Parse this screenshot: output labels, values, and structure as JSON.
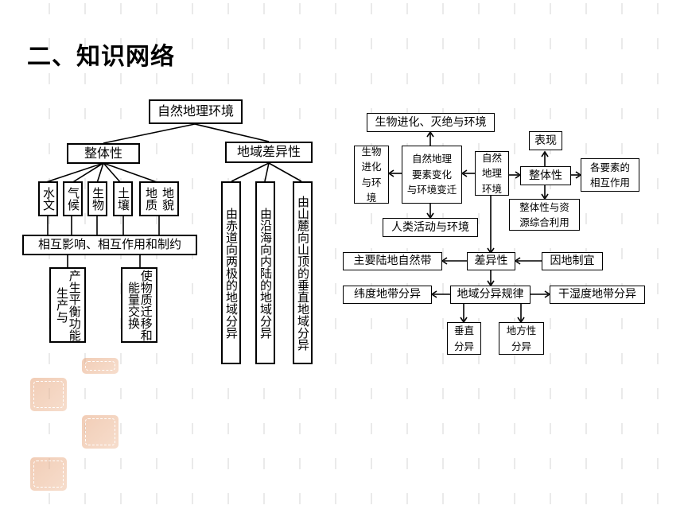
{
  "title": "二、知识网络",
  "left": {
    "root": "自然地理环境",
    "whole": "整体性",
    "diff": "地域差异性",
    "elements": [
      "水文",
      "气候",
      "生物",
      "土壤",
      "地质",
      "地貌"
    ],
    "interaction": "相互影响、相互作用和制约",
    "result1": "产生平衡功能生产与",
    "result2": "使物质迁移和能量交换",
    "div1": "由赤道向两极的地域分异",
    "div2": "由沿海向内陆的地域分异",
    "div3": "由山麓向山顶的垂直地域分异"
  },
  "right": {
    "evolution": "生物进化、灭绝与环境",
    "bio_env": "生物进化与环境",
    "change": [
      "自然地理",
      "要素变化",
      "与环境变迁"
    ],
    "human": "人类活动与环境",
    "env": "自然地理环境",
    "express": "表现",
    "whole": "整体性",
    "interact": [
      "各要素的",
      "相互作用"
    ],
    "use": [
      "整体性与资",
      "源综合利用"
    ],
    "main_zone": "主要陆地自然带",
    "diff": "差异性",
    "local": "因地制宜",
    "lat": "纬度地带分异",
    "law": "地域分异规律",
    "dry": "干湿度地带分异",
    "vert": [
      "垂直",
      "分异"
    ],
    "local_div": [
      "地方性",
      "分异"
    ]
  }
}
